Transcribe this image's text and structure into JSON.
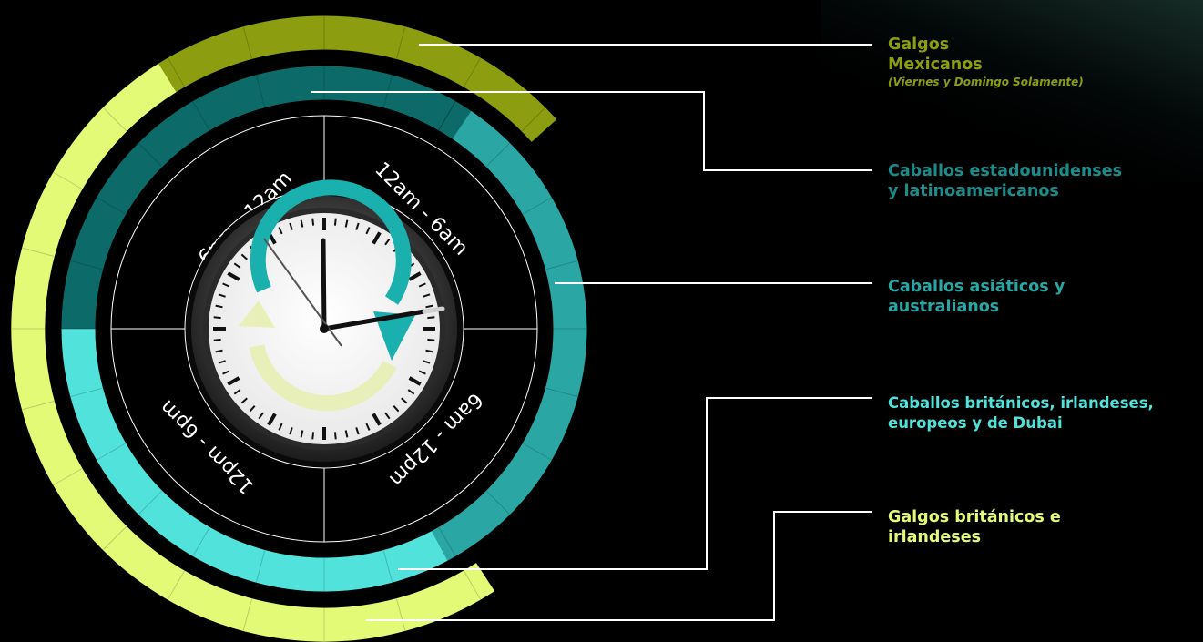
{
  "colors": {
    "background": "#000000",
    "galgos_mexicanos": "#8c9d0f",
    "us_latam_horses": "#0c6b69",
    "asian_aus_horses": "#2aa7a4",
    "uk_ire_eu_dubai_horses": "#51e2dc",
    "uk_ire_greyhounds": "#e3fa77",
    "connector": "#ffffff"
  },
  "clock_quadrants": {
    "top_left": "6pm - 12am",
    "top_right": "12am - 6am",
    "bottom_right": "6am - 12pm",
    "bottom_left": "12pm - 6pm"
  },
  "legend": {
    "galgos_mexicanos": {
      "line1": "Galgos",
      "line2": "Mexicanos",
      "note": "(Viernes y Domingo Solamente)"
    },
    "us_latam_horses": {
      "line1": "Caballos estadounidenses",
      "line2": "y latinoamericanos"
    },
    "asian_aus_horses": {
      "line1": "Caballos asiáticos y",
      "line2": "australianos"
    },
    "uk_ire_eu_dubai_horses": {
      "line1": "Caballos británicos, irlandeses,",
      "line2": "europeos y de Dubai"
    },
    "uk_ire_greyhounds": {
      "line1": "Galgos británicos e",
      "line2": "irlandeses"
    }
  }
}
